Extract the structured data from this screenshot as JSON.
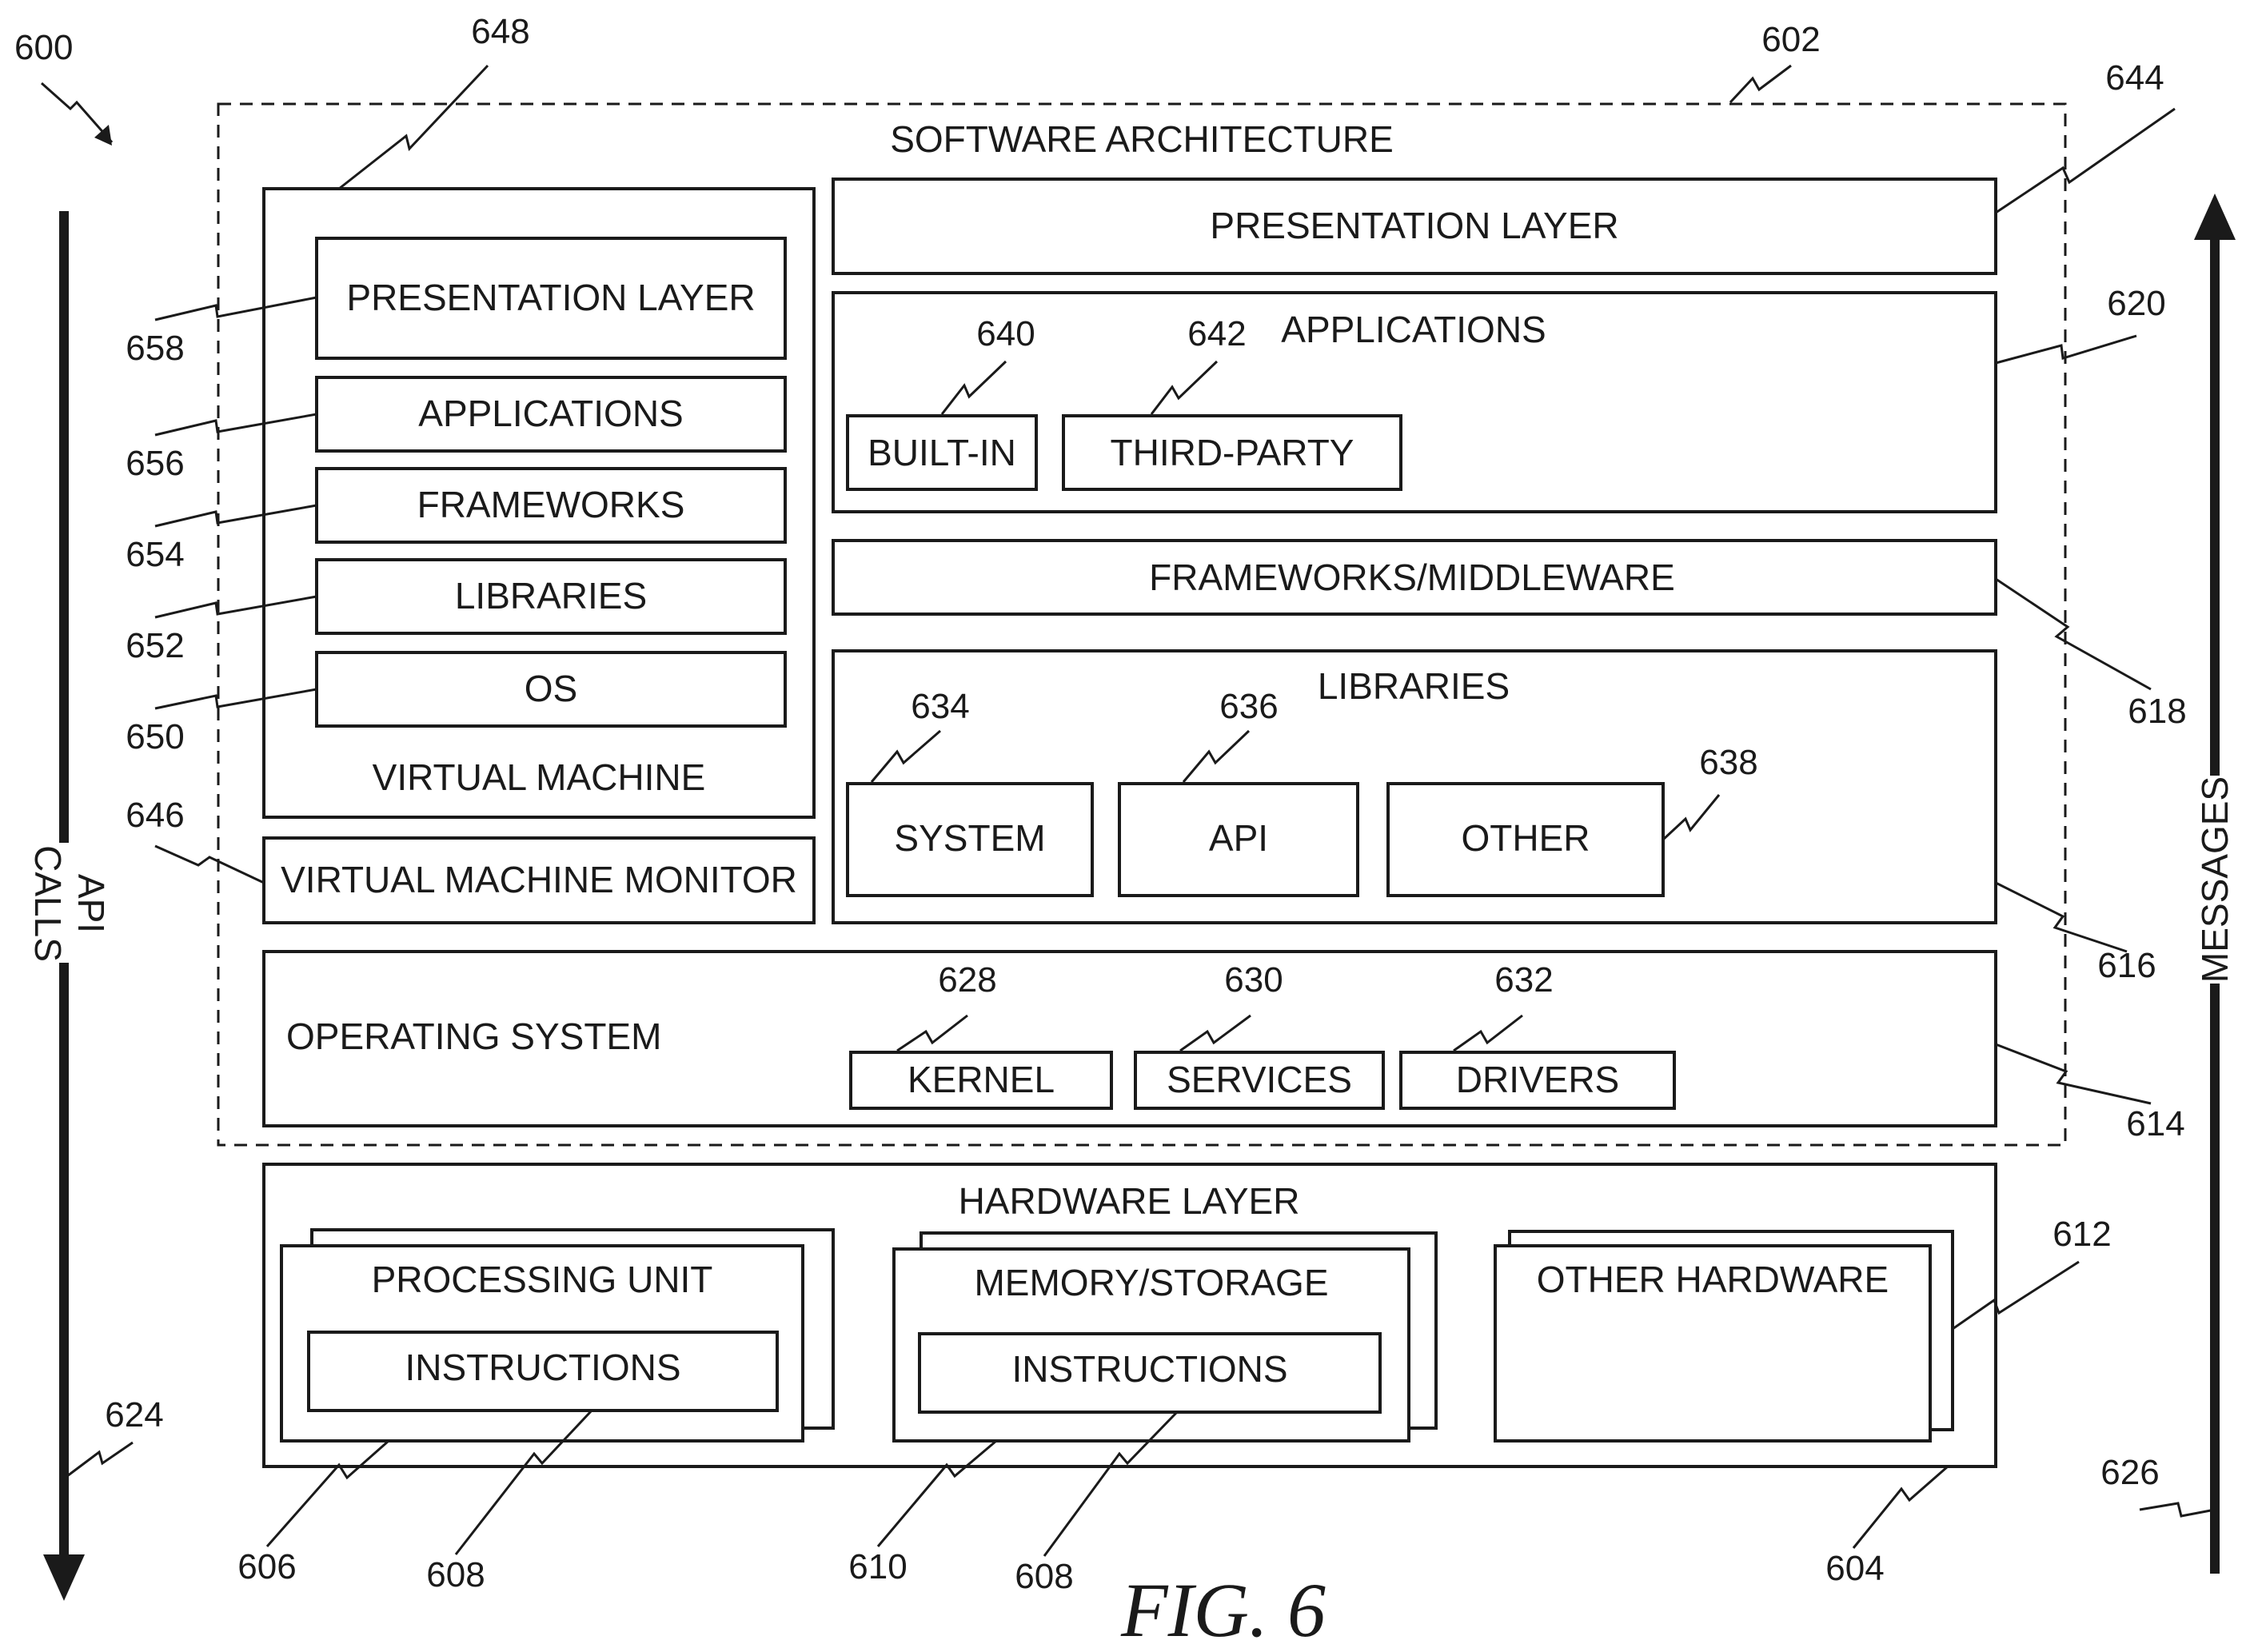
{
  "figure": {
    "number_label": "FIG. 6",
    "overall_ref": "600"
  },
  "software_architecture": {
    "title": "SOFTWARE ARCHITECTURE",
    "ref": "602",
    "presentation_layer": {
      "label": "PRESENTATION LAYER",
      "ref": "644"
    },
    "applications": {
      "label": "APPLICATIONS",
      "ref": "620",
      "built_in": {
        "label": "BUILT-IN",
        "ref": "640"
      },
      "third_party": {
        "label": "THIRD-PARTY",
        "ref": "642"
      }
    },
    "frameworks": {
      "label": "FRAMEWORKS/MIDDLEWARE",
      "ref": "618"
    },
    "libraries": {
      "label": "LIBRARIES",
      "ref": "616",
      "system": {
        "label": "SYSTEM",
        "ref": "634"
      },
      "api": {
        "label": "API",
        "ref": "636"
      },
      "other": {
        "label": "OTHER",
        "ref": "638"
      }
    },
    "operating_system": {
      "label": "OPERATING SYSTEM",
      "ref": "614",
      "kernel": {
        "label": "KERNEL",
        "ref": "628"
      },
      "services": {
        "label": "SERVICES",
        "ref": "630"
      },
      "drivers": {
        "label": "DRIVERS",
        "ref": "632"
      }
    },
    "virtual_machine": {
      "label": "VIRTUAL MACHINE",
      "ref": "648",
      "presentation_layer": {
        "label": "PRESENTATION LAYER",
        "ref": "658"
      },
      "applications": {
        "label": "APPLICATIONS",
        "ref": "656"
      },
      "frameworks": {
        "label": "FRAMEWORKS",
        "ref": "654"
      },
      "libraries": {
        "label": "LIBRARIES",
        "ref": "652"
      },
      "os": {
        "label": "OS",
        "ref": "650"
      }
    },
    "vm_monitor": {
      "label": "VIRTUAL MACHINE MONITOR",
      "ref": "646"
    }
  },
  "hardware_layer": {
    "label": "HARDWARE LAYER",
    "ref": "604",
    "processing_unit": {
      "label": "PROCESSING UNIT",
      "ref": "606",
      "instructions_label": "INSTRUCTIONS",
      "instructions_ref": "608"
    },
    "memory_storage": {
      "label": "MEMORY/STORAGE",
      "ref": "610",
      "instructions_label": "INSTRUCTIONS",
      "instructions_ref": "608"
    },
    "other_hardware": {
      "label": "OTHER HARDWARE",
      "ref": "612"
    }
  },
  "api_calls": {
    "line1": "API",
    "line2": "CALLS",
    "ref": "624"
  },
  "messages": {
    "label": "MESSAGES",
    "ref": "626"
  }
}
